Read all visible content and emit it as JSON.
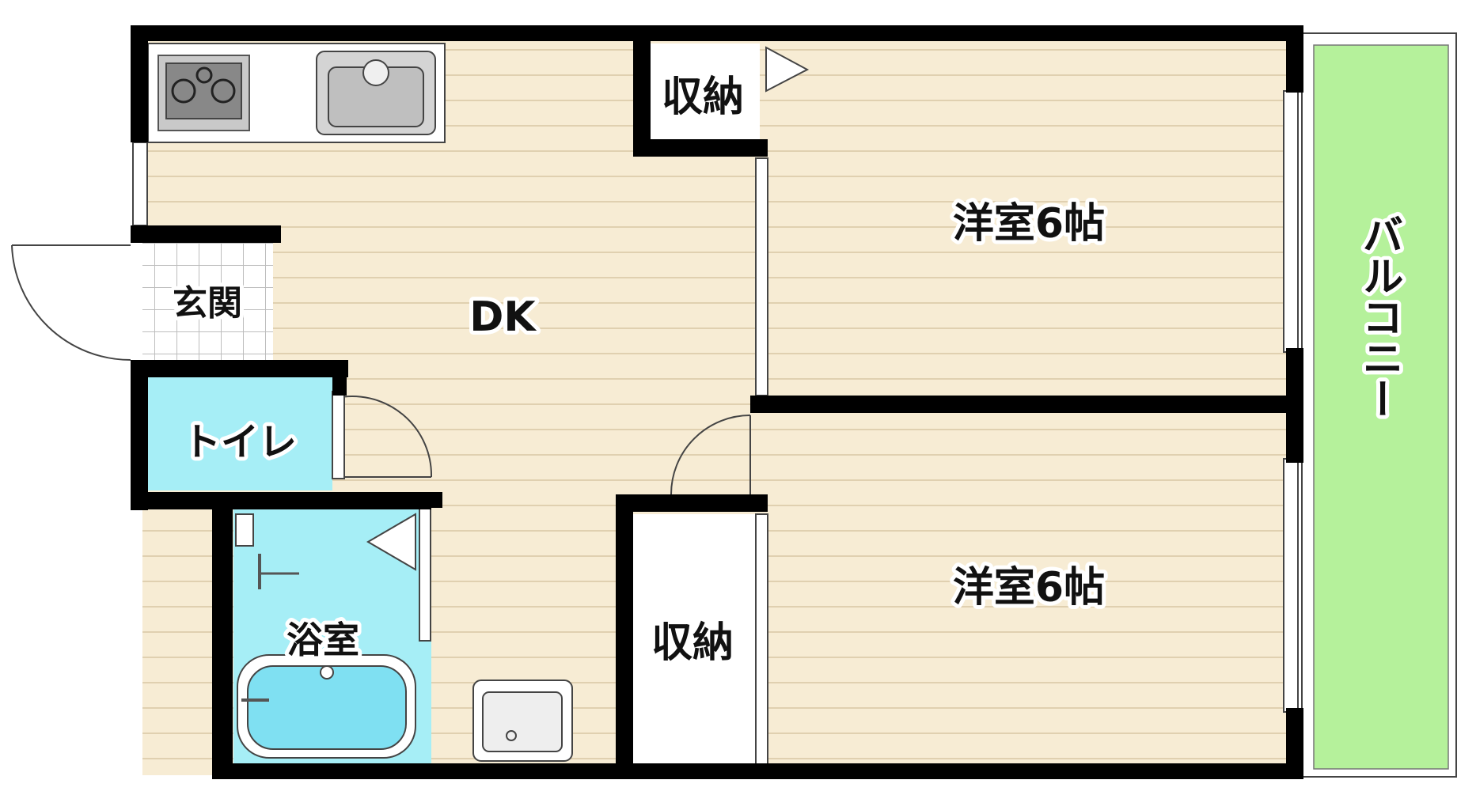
{
  "rooms": {
    "dk": "DK",
    "genkan": "玄関",
    "toilet": "トイレ",
    "bath": "浴室",
    "storage_top": "収納",
    "storage_bottom": "収納",
    "western_top": "洋室6帖",
    "western_bottom": "洋室6帖",
    "balcony": "バルコニー"
  },
  "colors": {
    "wall": "#000000",
    "floor": "#f7ecd4",
    "floor_line": "#d8c7a4",
    "water_area": "#a6eef6",
    "balcony": "#b5f19b",
    "entrance_tile": "#ffffff",
    "fixture_gray": "#c9c9c9"
  },
  "icons": {
    "stove": "gas-stove-icon",
    "sink": "kitchen-sink-icon",
    "bathtub": "bathtub-icon",
    "washer": "washing-machine-pan-icon"
  }
}
